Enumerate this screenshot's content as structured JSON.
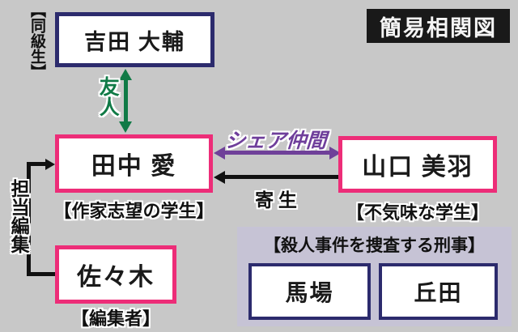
{
  "title": "簡易相関図",
  "characters": {
    "yoshida": {
      "name": "吉田 大輔",
      "tag": "【同級生】"
    },
    "tanaka": {
      "name": "田中 愛",
      "role": "【作家志望の学生】"
    },
    "yamaguchi": {
      "name": "山口 美羽",
      "role": "【不気味な学生】"
    },
    "sasaki": {
      "name": "佐々木",
      "role": "【編集者】"
    },
    "baba": {
      "name": "馬場"
    },
    "okada": {
      "name": "丘田"
    }
  },
  "relations": {
    "friend": {
      "label": "友人",
      "color": "#107a46"
    },
    "share": {
      "label": "シェア仲間",
      "color": "#6f4099"
    },
    "parasite": {
      "label": "寄 生",
      "color": "#111111"
    },
    "editor": {
      "label": "担当編集",
      "color": "#111111"
    }
  },
  "detectives": {
    "title": "【殺人事件を捜査する刑事】"
  },
  "colors": {
    "background": "#c8c8c8",
    "panel_background": "#c6c3d5",
    "student_border": "#ed2d78",
    "other_border": "#2c2b6d",
    "title_background": "#191919",
    "title_text": "#f5f5f5"
  }
}
